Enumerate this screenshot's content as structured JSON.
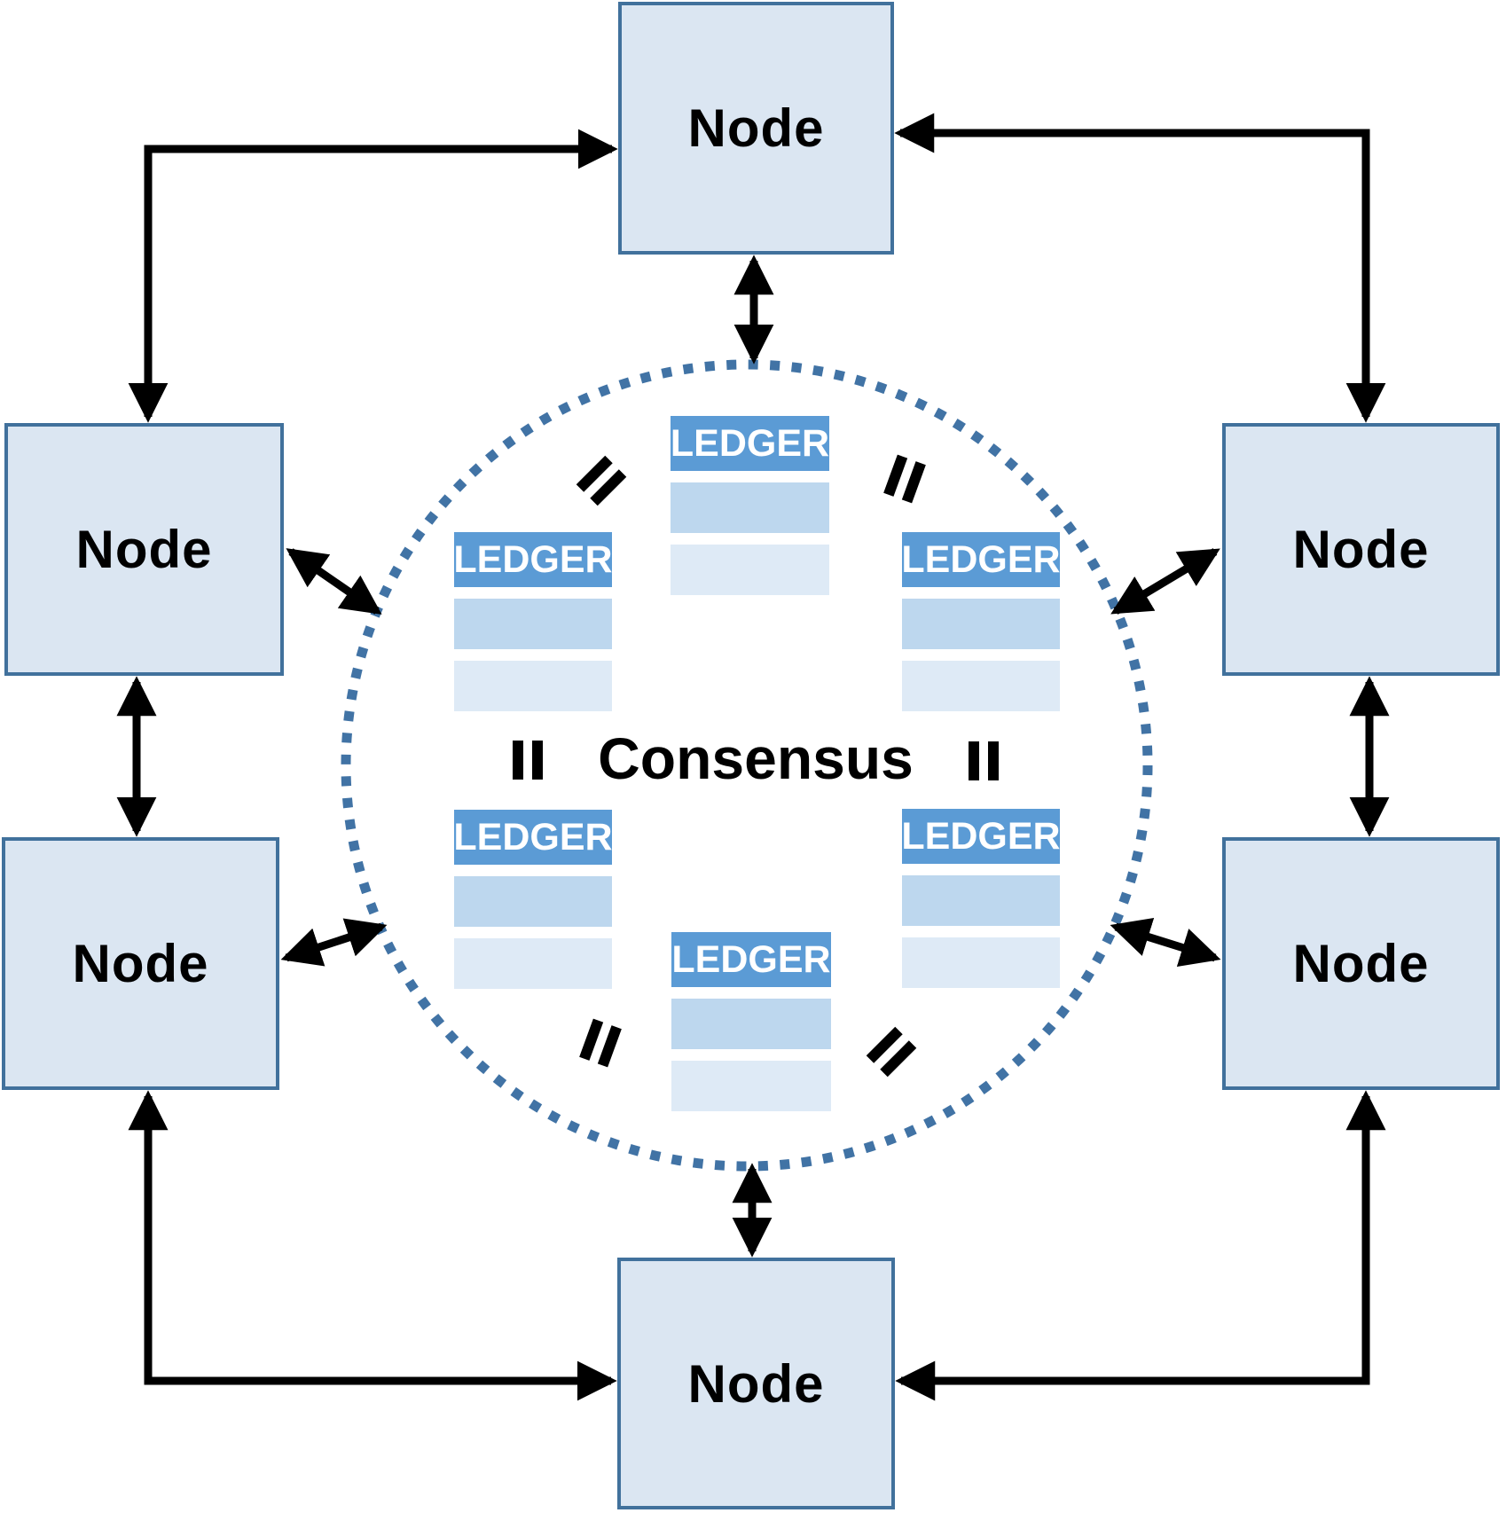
{
  "diagram": {
    "consensus_label": "Consensus",
    "nodes": [
      {
        "id": "top",
        "label": "Node"
      },
      {
        "id": "left-top",
        "label": "Node"
      },
      {
        "id": "left-bottom",
        "label": "Node"
      },
      {
        "id": "right-top",
        "label": "Node"
      },
      {
        "id": "right-bottom",
        "label": "Node"
      },
      {
        "id": "bottom",
        "label": "Node"
      }
    ],
    "ledgers": [
      {
        "id": "top-center",
        "label": "LEDGER"
      },
      {
        "id": "upper-left",
        "label": "LEDGER"
      },
      {
        "id": "upper-right",
        "label": "LEDGER"
      },
      {
        "id": "lower-left",
        "label": "LEDGER"
      },
      {
        "id": "lower-right",
        "label": "LEDGER"
      },
      {
        "id": "bottom-center",
        "label": "LEDGER"
      }
    ],
    "colors": {
      "node_fill": "#DBE6F2",
      "node_border": "#41719C",
      "ledger_header": "#5B9BD5",
      "ledger_row_medium": "#BDD7EE",
      "ledger_row_light": "#DEEAF6",
      "circle_dots": "#4173A5",
      "arrows": "#000000",
      "text": "#000000"
    }
  }
}
